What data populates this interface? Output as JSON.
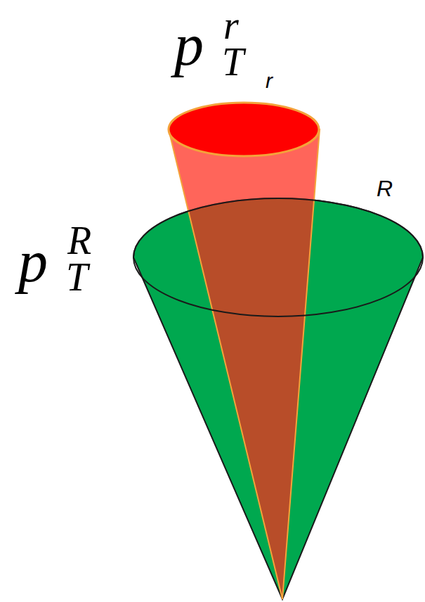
{
  "diagram": {
    "labels": [
      "p",
      "r",
      "T",
      "r",
      "R",
      "p",
      "R",
      "T"
    ]
  }
}
